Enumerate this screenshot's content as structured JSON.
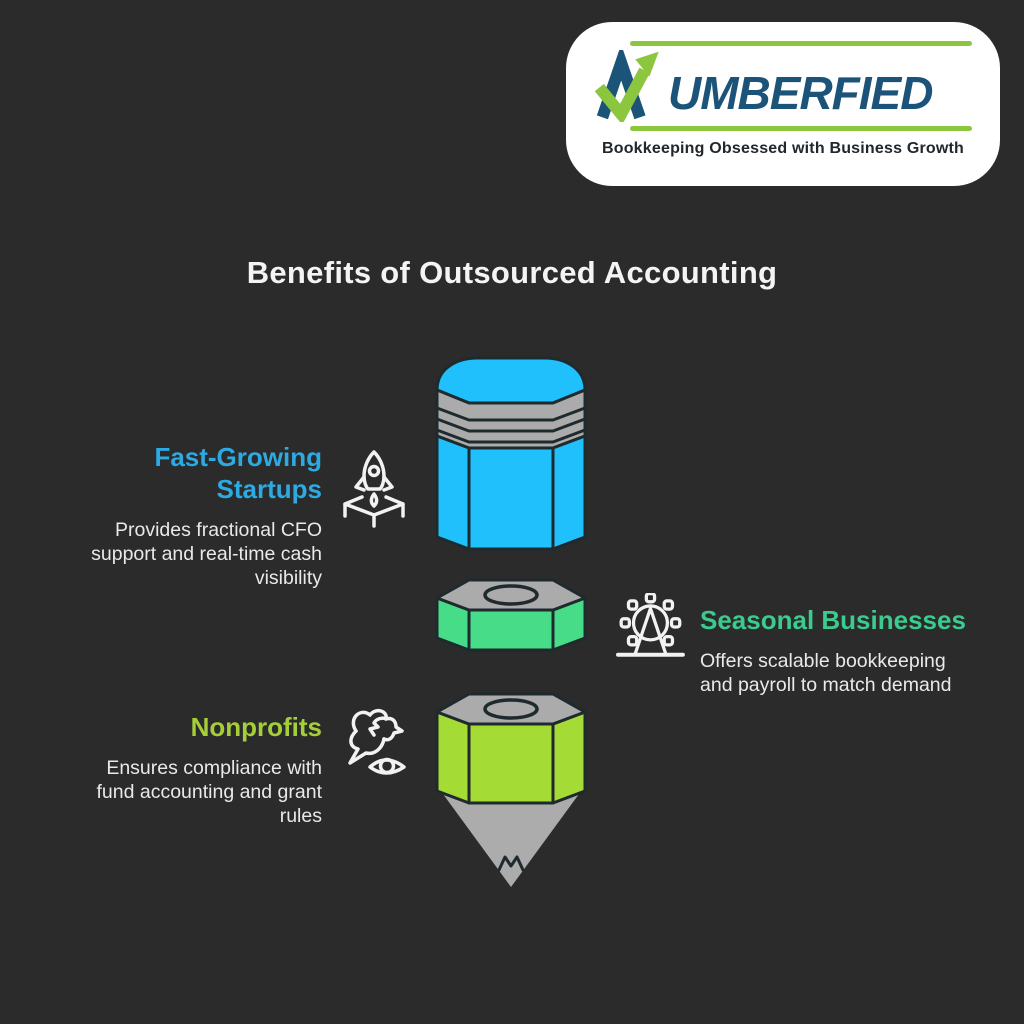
{
  "colors": {
    "background": "#2B2B2B",
    "card": "#FFFFFF",
    "title_text": "#F4F4F4",
    "body_text": "#E9E9E9",
    "logo_blue": "#1B5379",
    "logo_green": "#8CC63F",
    "startups_accent": "#2CAAE2",
    "seasonal_accent": "#3BCB8E",
    "nonprofits_accent": "#A6CE39",
    "pencil_blue": "#1FC0FB",
    "pencil_green": "#47DC88",
    "pencil_lime": "#A4DB35",
    "pencil_gray": "#ABABAB",
    "outline": "#1F2A2E"
  },
  "logo": {
    "brand_mark": "n-check-arrow",
    "brand_text": "UMBERFIED",
    "tagline": "Bookkeeping Obsessed with Business Growth"
  },
  "title": "Benefits of Outsourced Accounting",
  "sections": [
    {
      "heading": "Fast-Growing Startups",
      "body": "Provides fractional CFO support and real-time cash visibility",
      "icon": "rocket-launch-icon",
      "accent": "#2CAAE2"
    },
    {
      "heading": "Seasonal Businesses",
      "body": "Offers scalable bookkeeping and payroll to match demand",
      "icon": "ferris-wheel-icon",
      "accent": "#3BCB8E"
    },
    {
      "heading": "Nonprofits",
      "body": "Ensures compliance with fund accounting and grant rules",
      "icon": "dove-eye-icon",
      "accent": "#A6CE39"
    }
  ],
  "pencil": {
    "segments": [
      {
        "label": "eraser-and-upper-barrel",
        "color": "#1FC0FB"
      },
      {
        "label": "middle-nut",
        "color": "#47DC88"
      },
      {
        "label": "lower-nut",
        "color": "#A4DB35"
      },
      {
        "label": "tip-cone",
        "color": "#ABABAB"
      }
    ]
  }
}
